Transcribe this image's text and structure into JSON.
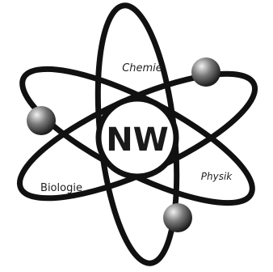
{
  "center_text": "NW",
  "labels": {
    "top": "Chemie",
    "left": "Biologie",
    "right": "Physik"
  },
  "colors": {
    "stroke": "#111111",
    "background": "#ffffff",
    "electron_highlight": "#f2f2f2",
    "electron_dark": "#111111"
  }
}
